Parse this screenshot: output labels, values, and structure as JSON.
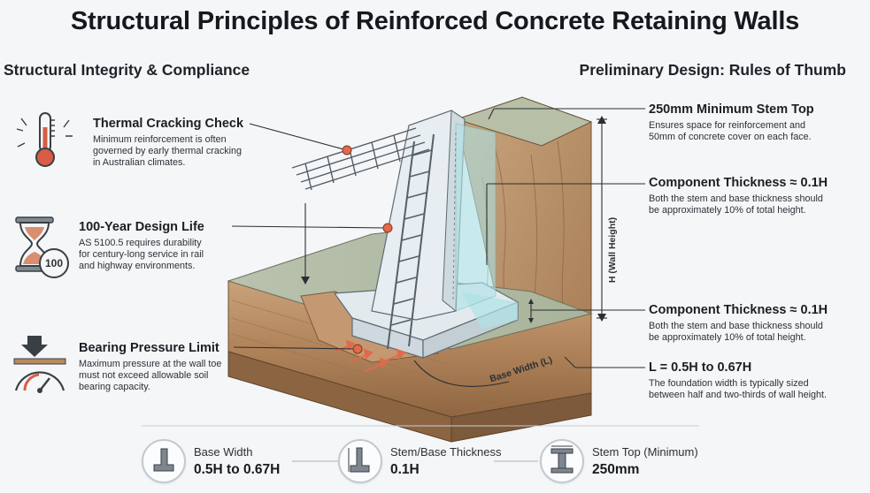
{
  "title": "Structural Principles of Reinforced Concrete Retaining Walls",
  "left_section": {
    "heading": "Structural Integrity & Compliance",
    "items": [
      {
        "title": "Thermal Cracking Check",
        "desc": [
          "Minimum reinforcement is often",
          "governed by early thermal cracking",
          "in Australian climates."
        ],
        "icon": "thermometer-icon"
      },
      {
        "title": "100-Year Design Life",
        "desc": [
          "AS 5100.5 requires durability",
          "for century-long service in rail",
          "and highway environments."
        ],
        "icon": "hourglass-icon",
        "icon_text": "100"
      },
      {
        "title": "Bearing Pressure Limit",
        "desc": [
          "Maximum pressure at the wall toe",
          "must not exceed allowable soil",
          "bearing capacity."
        ],
        "icon": "pressure-gauge-icon"
      }
    ]
  },
  "right_section": {
    "heading": "Preliminary Design: Rules of Thumb",
    "items": [
      {
        "title": "250mm Minimum Stem Top",
        "desc": [
          "Ensures space for reinforcement and",
          "50mm of concrete cover on each face."
        ]
      },
      {
        "title": "Component Thickness ≈ 0.1H",
        "desc": [
          "Both the stem and base thickness should",
          "be approximately 10% of total height."
        ]
      },
      {
        "title": "Component Thickness ≈ 0.1H",
        "desc": [
          "Both the stem and base thickness should",
          "be approximately 10% of total height."
        ]
      },
      {
        "title": "L = 0.5H to 0.67H",
        "desc": [
          "The foundation width is typically sized",
          "between half and two-thirds of wall height."
        ]
      }
    ]
  },
  "diagram_labels": {
    "height": "H (Wall Height)",
    "base_width": "Base Width (L)"
  },
  "summary": [
    {
      "label": "Base Width",
      "value": "0.5H to 0.67H",
      "icon": "base-width-icon"
    },
    {
      "label": "Stem/Base Thickness",
      "value": "0.1H",
      "icon": "stem-thickness-icon"
    },
    {
      "label": "Stem Top (Minimum)",
      "value": "250mm",
      "icon": "stem-top-icon"
    }
  ],
  "colors": {
    "concrete": "#dfe6ea",
    "soil": "#b58a5f",
    "water": "#aee3e6",
    "accent": "#e0644a",
    "leader": "#2a2f35"
  }
}
